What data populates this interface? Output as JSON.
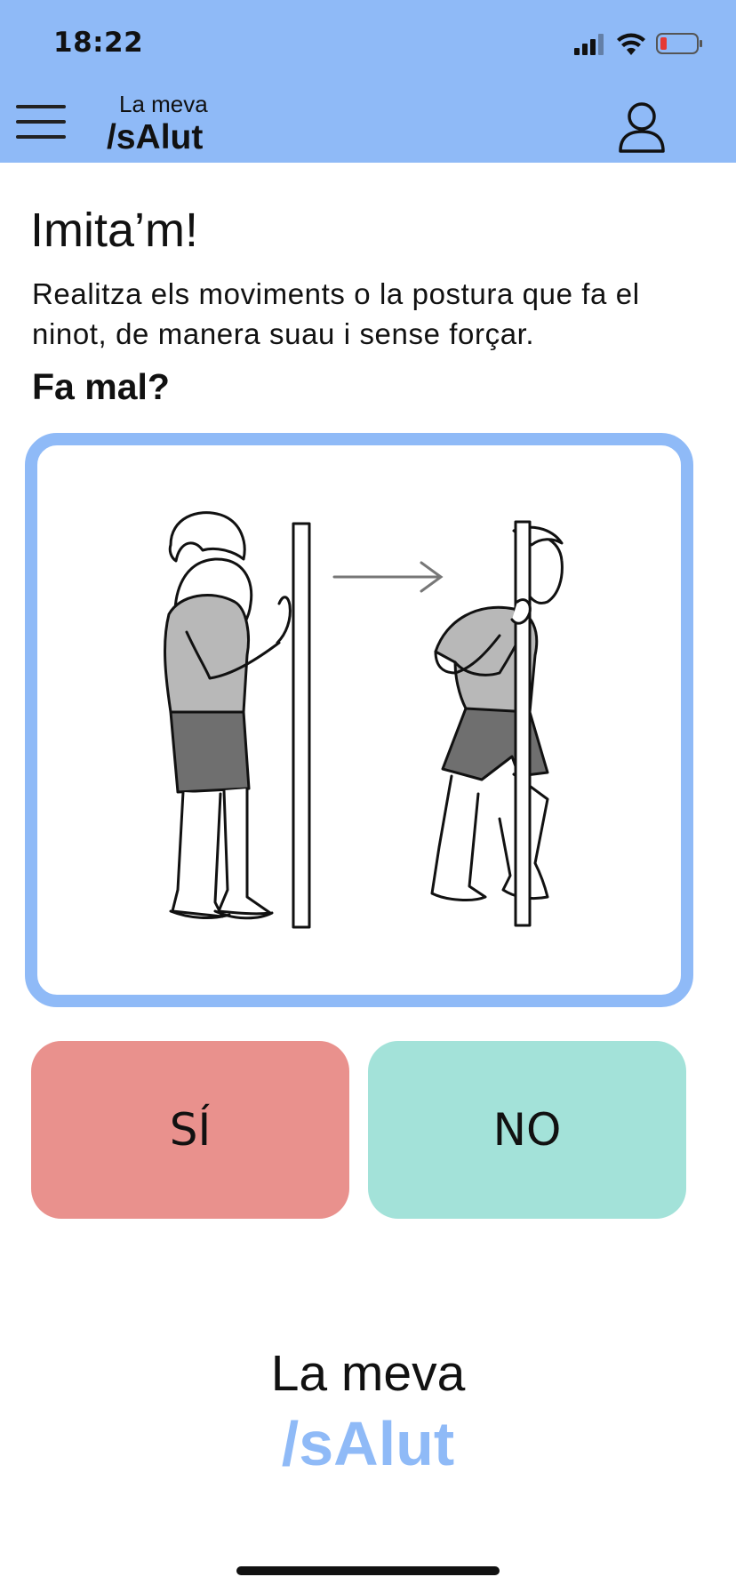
{
  "status_bar": {
    "time": "18:22"
  },
  "header": {
    "brand_top": "La meva",
    "brand_bottom": "/sAlut",
    "menu_icon": "hamburger-icon",
    "profile_icon": "user-icon"
  },
  "content": {
    "title": "Imita’m!",
    "description": "Realitza els moviments o la postura que fa el ninot, de manera suau i sense forçar.",
    "question": "Fa mal?"
  },
  "answers": {
    "yes_label": "SÍ",
    "no_label": "NO"
  },
  "footer": {
    "logo_top": "La meva",
    "logo_bottom": "/sAlut"
  },
  "colors": {
    "accent": "#8fbaf7",
    "yes": "#e9918d",
    "no": "#a3e2d9"
  }
}
